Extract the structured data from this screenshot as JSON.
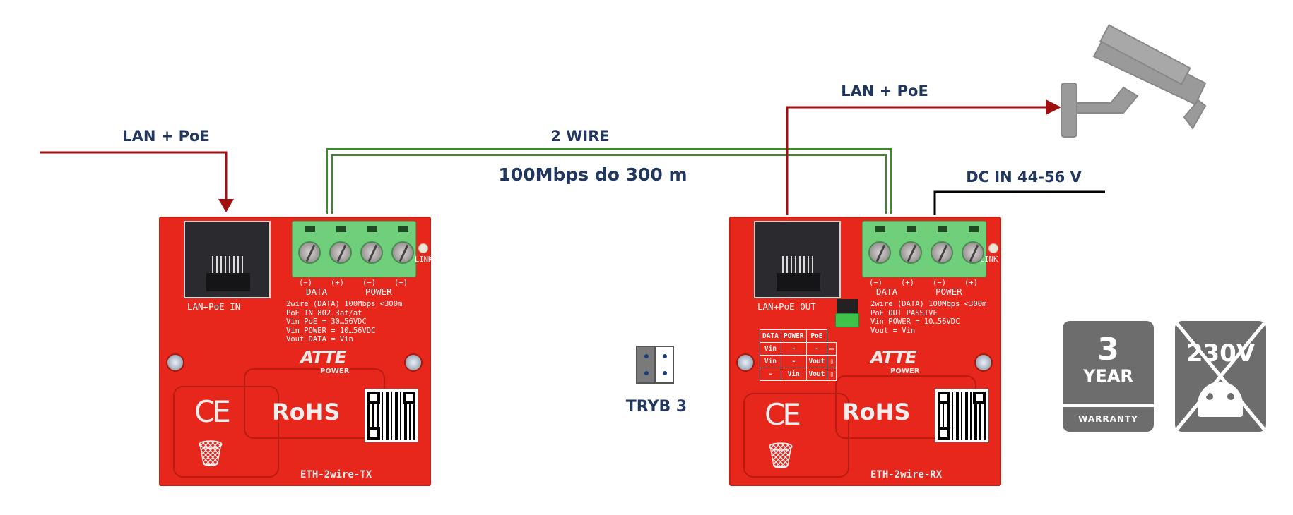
{
  "labels": {
    "left_lan_poe": "LAN + PoE",
    "right_lan_poe": "LAN + PoE",
    "two_wire": "2 WIRE",
    "speed_distance": "100Mbps do 300 m",
    "dc_in": "DC IN 44-56 V",
    "mode": "TRYB 3"
  },
  "colors": {
    "label_text": "#22375e",
    "lan_poe_line": "#a01010",
    "two_wire_line": "#3a8a2a",
    "dc_line": "#000000",
    "pcb": "#e8271c",
    "badge": "#6d6d6d"
  },
  "tx_board": {
    "jack_label": "LAN+PoE IN",
    "link_label": "LINK",
    "pins": [
      "(−)",
      "(+)",
      "(−)",
      "(+)"
    ],
    "data_label": "DATA",
    "power_label": "POWER",
    "spec_lines": [
      "2wire (DATA) 100Mbps <300m",
      "PoE IN 802.3af/at",
      "Vin PoE = 30…56VDC",
      "Vin POWER = 10…56VDC",
      "Vout DATA = Vin"
    ],
    "logo": "ATTE",
    "logo_sub": "POWER",
    "ce": "CE",
    "rohs": "RoHS",
    "name": "ETH-2wire-TX"
  },
  "rx_board": {
    "jack_label": "LAN+PoE OUT",
    "link_label": "LINK",
    "pins": [
      "(−)",
      "(+)",
      "(−)",
      "(+)"
    ],
    "data_label": "DATA",
    "power_label": "POWER",
    "spec_lines": [
      "2wire (DATA) 100Mbps <300m",
      "PoE OUT PASSIVE",
      "Vin POWER = 10…56VDC",
      "Vout = Vin"
    ],
    "mode_table": {
      "headers": [
        "DATA",
        "POWER",
        "PoE"
      ],
      "rows": [
        [
          "Vin",
          "-",
          "-"
        ],
        [
          "Vin",
          "-",
          "Vout"
        ],
        [
          "-",
          "Vin",
          "Vout"
        ]
      ]
    },
    "logo": "ATTE",
    "logo_sub": "POWER",
    "ce": "CE",
    "rohs": "RoHS",
    "name": "ETH-2wire-RX"
  },
  "warranty_badge": {
    "number": "3",
    "unit": "YEAR",
    "caption": "WARRANTY"
  },
  "no_230v_badge": {
    "text": "230V",
    "icon": "crossed-out-power-plug-icon"
  },
  "camera": {
    "icon": "cctv-camera-icon"
  }
}
